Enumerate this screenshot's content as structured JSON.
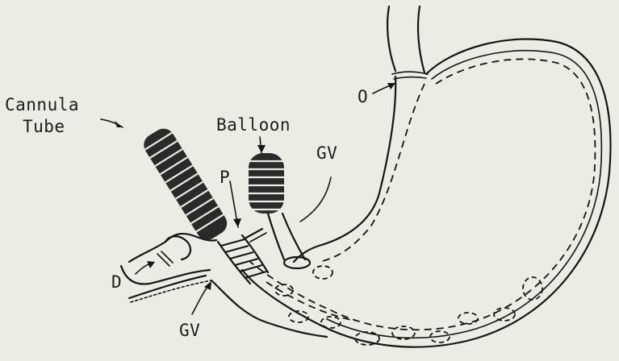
{
  "figure": {
    "labels": {
      "cannula_line1": "Cannula",
      "cannula_line2": "Tube",
      "balloon": "Balloon",
      "gv_upper": "GV",
      "gv_lower": "GV",
      "p": "P",
      "o": "O",
      "d": "D"
    },
    "colors": {
      "background": "#ecebe4",
      "ink": "#151515"
    }
  }
}
